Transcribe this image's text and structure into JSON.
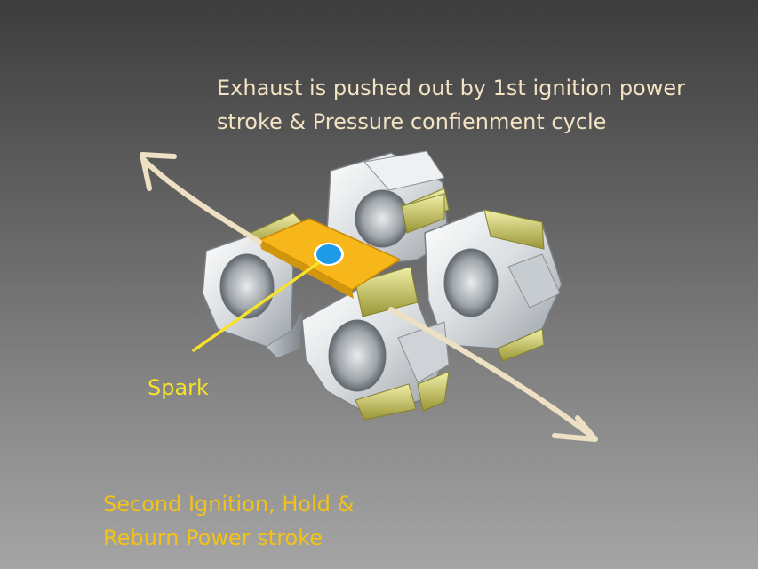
{
  "captions": {
    "top_line1": "Exhaust is pushed out by 1st ignition power",
    "top_line2": "stroke & Pressure confienment cycle",
    "spark": "Spark",
    "bottom_line1": "Second Ignition, Hold &",
    "bottom_line2": "Reburn Power stroke"
  },
  "colors": {
    "caption": "#f3e3c3",
    "spark_label": "#f7e12b",
    "bottom_caption": "#f2c21a",
    "arrow": "#eee0c2",
    "plate": "#f7b61a",
    "spark_dot": "#1e9be6",
    "brass": "#c9c766"
  }
}
